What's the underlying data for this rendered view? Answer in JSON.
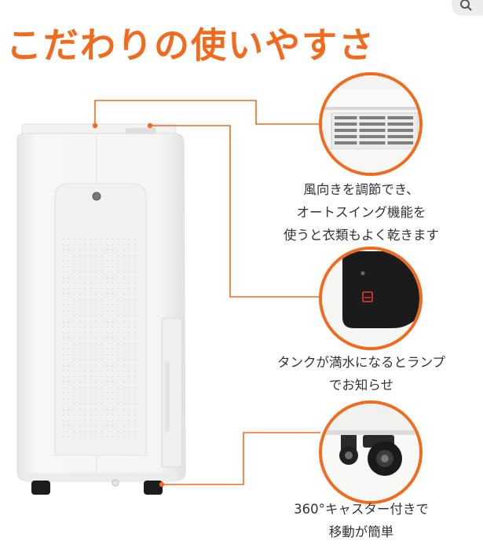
{
  "headline": "こだわりの使いやすさ",
  "colors": {
    "accent": "#f26a1d",
    "body": "#f4f4f3",
    "text": "#333333"
  },
  "features": [
    {
      "icon": "louver-vent-icon",
      "lines": [
        "風向きを調節でき、",
        "オートスイング機能を",
        "使うと衣類もよく乾きます"
      ]
    },
    {
      "icon": "tank-full-lamp-icon",
      "lines": [
        "タンクが満水になるとランプ",
        "でお知らせ"
      ]
    },
    {
      "icon": "caster-wheel-icon",
      "lines": [
        "360°キャスター付きで",
        "移動が簡単"
      ]
    }
  ]
}
